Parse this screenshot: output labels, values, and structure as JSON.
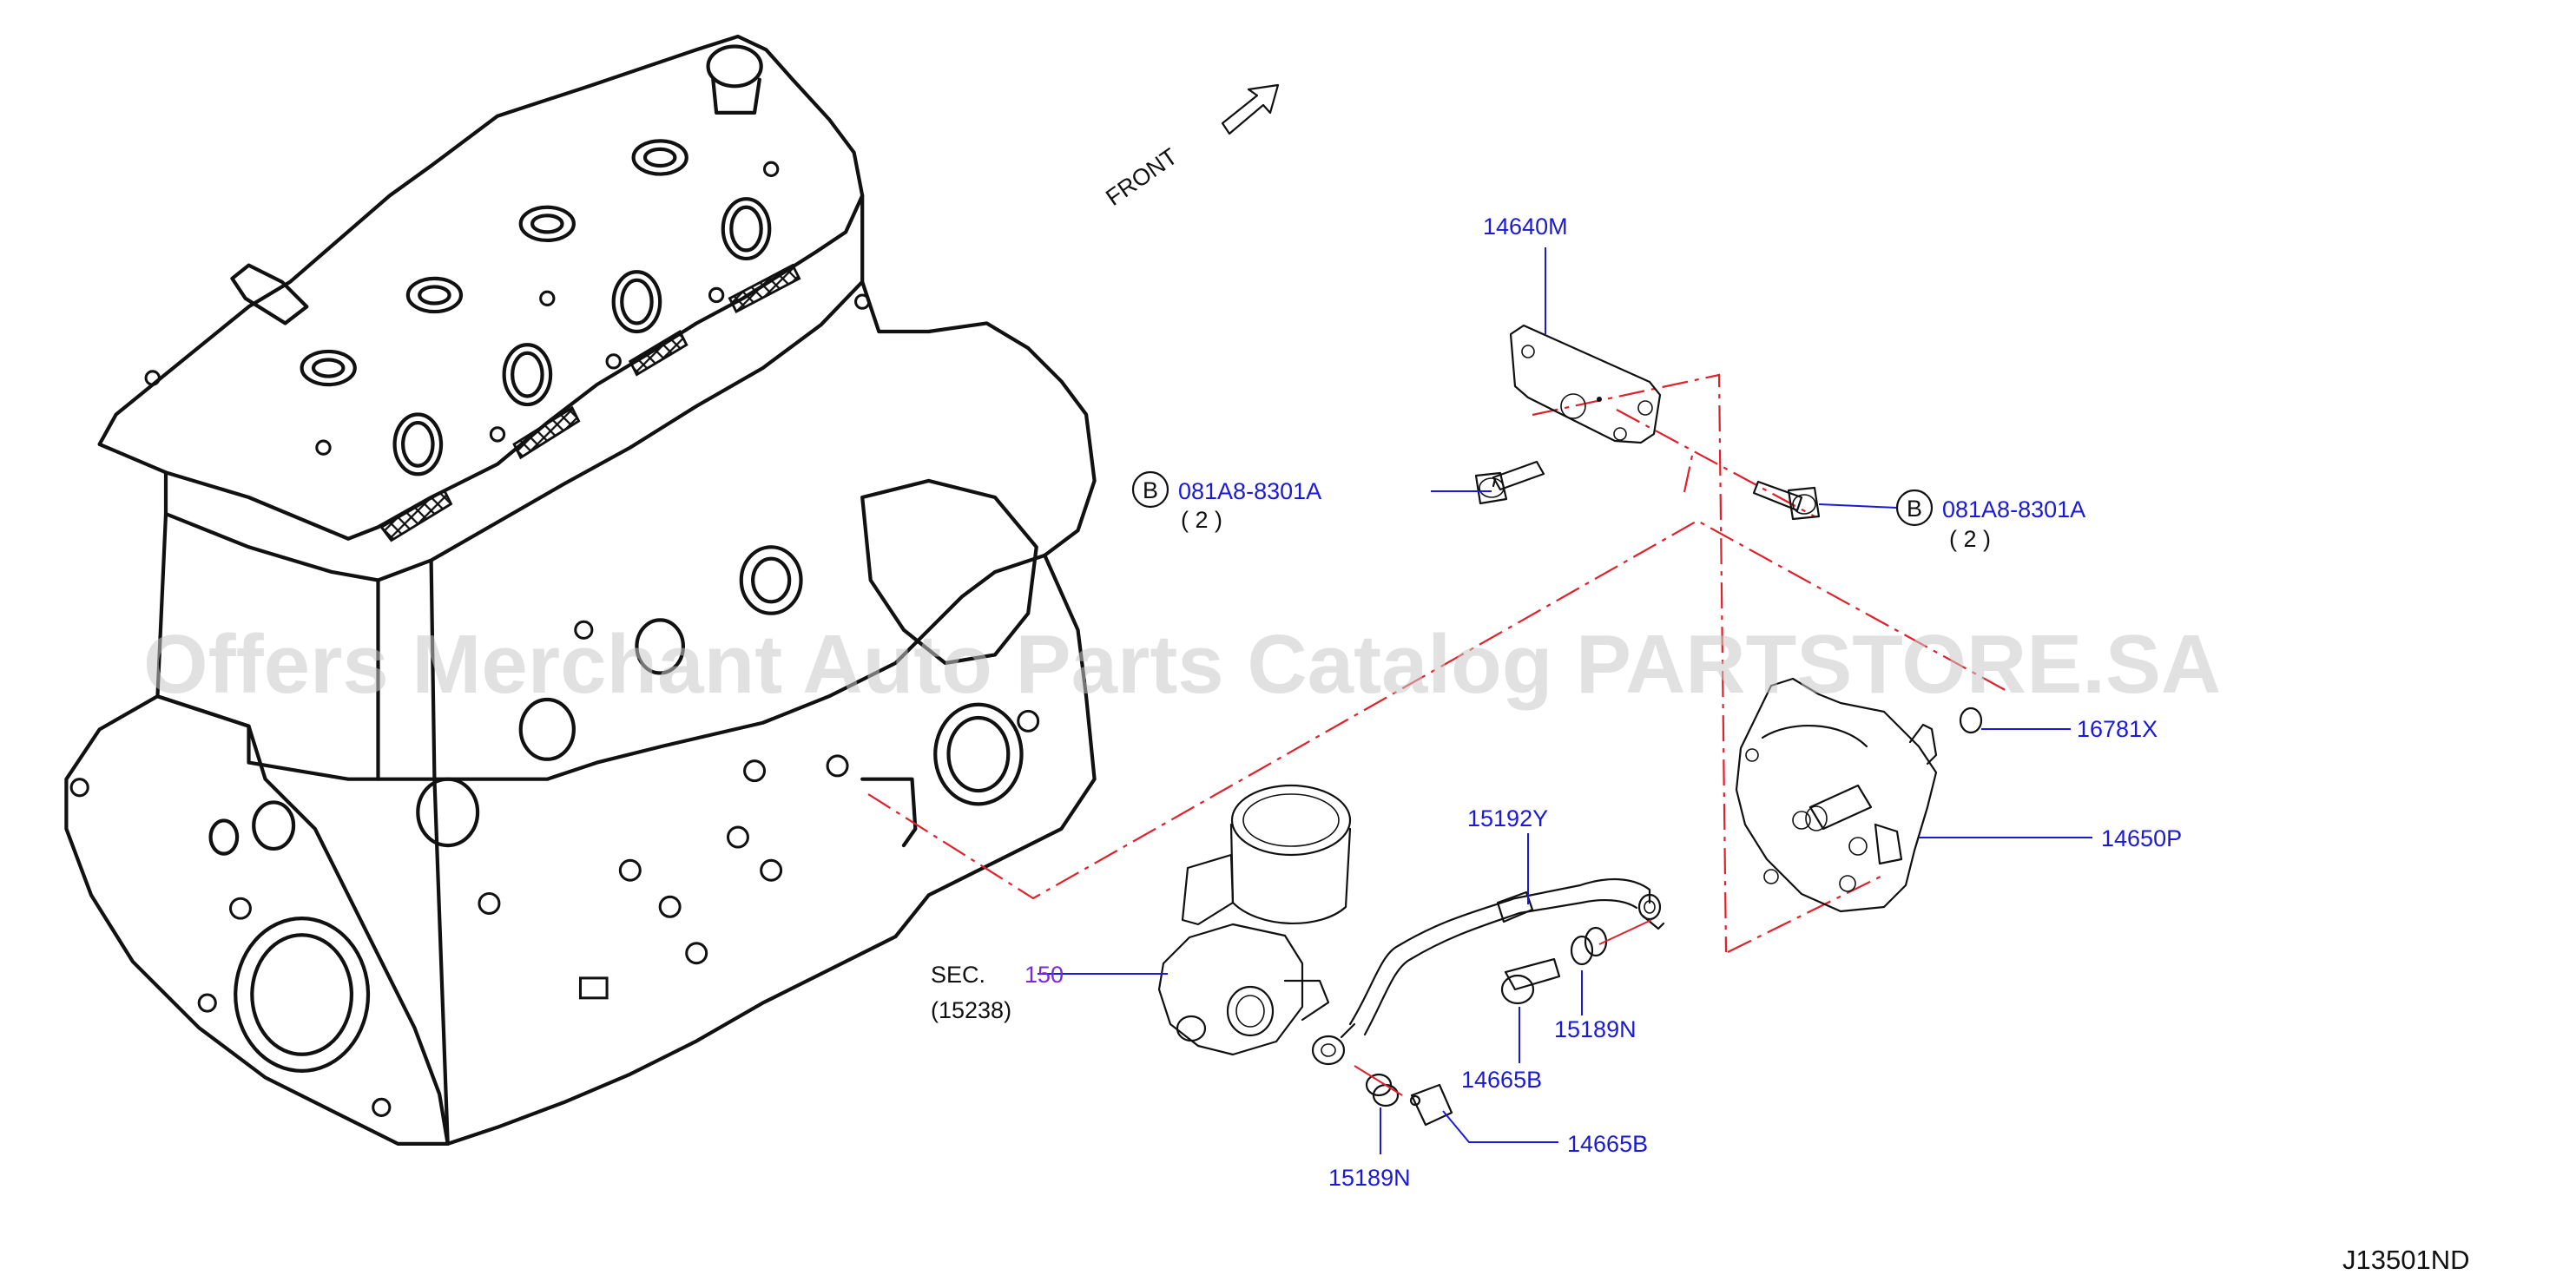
{
  "diagram": {
    "front_label": "FRONT",
    "watermark": "Offers Merchant Auto Parts Catalog PARTSTORE.SA",
    "diagram_id": "J13501ND",
    "colors": {
      "part_label": "#1a1ad6",
      "section_label": "#7a2ad6",
      "phantom_line": "#e0202a",
      "text": "#111111"
    },
    "callouts": {
      "bracket": "14640M",
      "bolt_left": {
        "badge": "B",
        "code": "081A8-8301A",
        "qty": "( 2 )"
      },
      "bolt_right": {
        "badge": "B",
        "code": "081A8-8301A",
        "qty": "( 2 )"
      },
      "oring": "16781X",
      "vacuum_pump": "14650P",
      "oil_hose": "15192Y",
      "washer_right": "15189N",
      "eye_bolt_right": "14665B",
      "eye_bolt_bottom": "14665B",
      "washer_bottom": "15189N",
      "sec_prefix": "SEC.",
      "sec_number": "150",
      "sec_sub": "(15238)"
    }
  }
}
